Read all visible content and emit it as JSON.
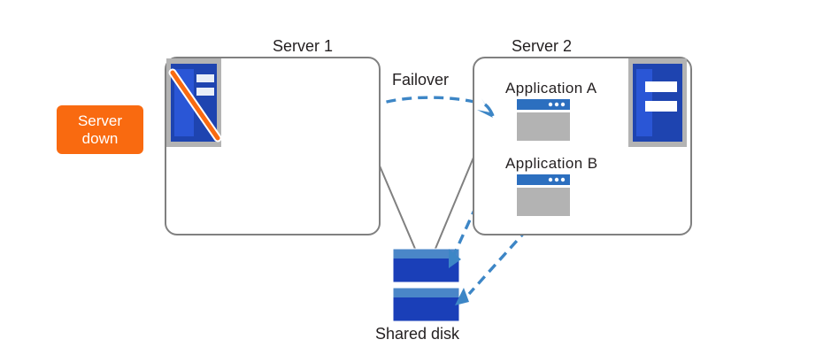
{
  "diagram": {
    "title_server1": "Server 1",
    "title_server2": "Server 2",
    "failover_label": "Failover",
    "app_a_label": "Application  A",
    "app_b_label": "Application  B",
    "shared_disk_label": "Shared disk",
    "server_down": {
      "line1": "Server",
      "line2": "down"
    },
    "colors": {
      "alert_orange": "#f96a10",
      "arrow_blue": "#3d86c6",
      "icon_blue": "#1e44b0",
      "icon_gray": "#b3b3b3",
      "box_gray": "#808080",
      "disk_dark_blue": "#1a3fb8",
      "disk_light_blue": "#4a86c8",
      "text": "#231f20",
      "cross_orange": "#f96a10"
    },
    "icons": {
      "server1_tower": "computer-tower-crossed-out-icon",
      "server2_tower": "computer-tower-icon",
      "app_a_window": "application-window-icon",
      "app_b_window": "application-window-icon",
      "shared_disk": "shared-disk-icon",
      "failover_arrow": "curved-dashed-arrow-icon"
    }
  }
}
